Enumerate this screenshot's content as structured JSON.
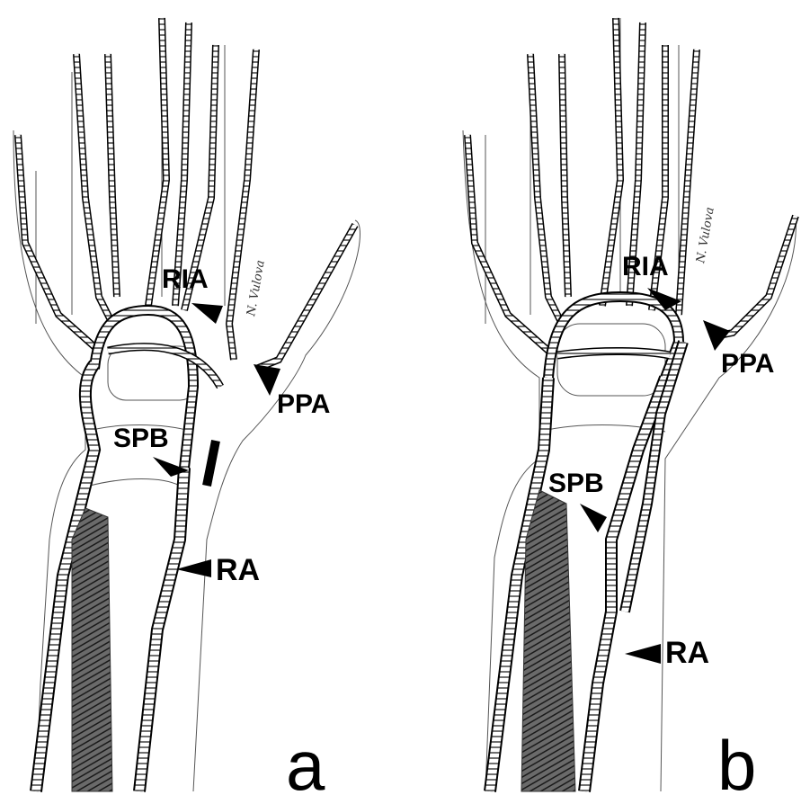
{
  "figure": {
    "panels": [
      {
        "id": "a",
        "letter": "a",
        "labels": {
          "ria": "RIA",
          "ppa": "PPA",
          "spb": "SPB",
          "ra": "RA"
        },
        "signature": "N. Vulova"
      },
      {
        "id": "b",
        "letter": "b",
        "labels": {
          "ria": "RIA",
          "ppa": "PPA",
          "spb": "SPB",
          "ra": "RA"
        },
        "signature": "N. Vulova"
      }
    ],
    "colors": {
      "ink": "#000000",
      "outline": "#555555",
      "shade": "#3a3a3a",
      "paper": "#ffffff"
    }
  }
}
